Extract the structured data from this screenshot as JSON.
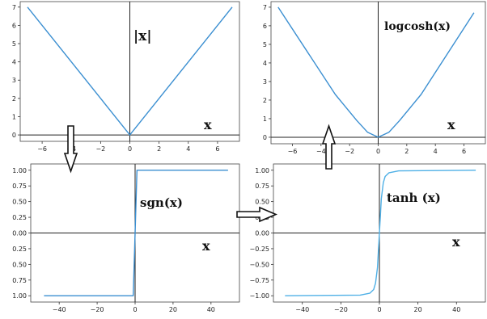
{
  "chart_data": [
    {
      "type": "line",
      "label": "|x|",
      "x_label_text": "x",
      "xlim": [
        -7.5,
        7.5
      ],
      "ylim": [
        -0.35,
        7.3
      ],
      "xticks": [
        -6,
        -4,
        -2,
        0,
        2,
        4,
        6
      ],
      "yticks": [
        0,
        1,
        2,
        3,
        4,
        5,
        6,
        7
      ],
      "xtick_labels": [
        "−6",
        "−4",
        "−2",
        "0",
        "2",
        "4",
        "6"
      ],
      "ytick_labels": [
        "0",
        "1",
        "2",
        "3",
        "4",
        "5",
        "6",
        "7"
      ],
      "series": [
        {
          "x": [
            -7,
            0,
            7
          ],
          "y": [
            7,
            0,
            7
          ]
        }
      ],
      "color": "#3b8fd1"
    },
    {
      "type": "line",
      "label": "logcosh(x)",
      "x_label_text": "x",
      "xlim": [
        -7.5,
        7.5
      ],
      "ylim": [
        -0.35,
        7.3
      ],
      "xticks": [
        -6,
        -4,
        -2,
        0,
        2,
        4,
        6
      ],
      "yticks": [
        0,
        1,
        2,
        3,
        4,
        5,
        6,
        7
      ],
      "xtick_labels": [
        "−6",
        "−4",
        "−2",
        "0",
        "2",
        "4",
        "6"
      ],
      "ytick_labels": [
        "0",
        "1",
        "2",
        "3",
        "4",
        "5",
        "6",
        "7"
      ],
      "series": [
        {
          "x": [
            -7,
            -3,
            -1.5,
            -0.75,
            0,
            0.75,
            1.5,
            3,
            6.7
          ],
          "y": [
            7.0,
            2.3,
            0.9,
            0.27,
            0,
            0.27,
            0.9,
            2.3,
            6.7
          ]
        }
      ],
      "color": "#3b8fd1"
    },
    {
      "type": "line",
      "label": "sgn(x)",
      "x_label_text": "x",
      "xlim": [
        -55,
        55
      ],
      "ylim": [
        -1.1,
        1.1
      ],
      "xticks": [
        -40,
        -20,
        0,
        20,
        40
      ],
      "yticks": [
        1.0,
        0.75,
        0.5,
        0.25,
        0.0,
        -0.25,
        -0.5,
        -0.75,
        -1.0
      ],
      "xtick_labels": [
        "−40",
        "−20",
        "0",
        "20",
        "40"
      ],
      "ytick_labels": [
        "1.00",
        "0.75",
        "0.50",
        "0.25",
        "0.00",
        "0.25",
        "0.50",
        "0.75",
        "1.00"
      ],
      "series": [
        {
          "x": [
            -48,
            -1,
            1,
            49
          ],
          "y": [
            -1,
            -1,
            1,
            1
          ]
        }
      ],
      "color": "#3b8fd1"
    },
    {
      "type": "line",
      "label": "tanh (x)",
      "x_label_text": "x",
      "xlim": [
        -55,
        55
      ],
      "ylim": [
        -1.1,
        1.1
      ],
      "xticks": [
        -40,
        -20,
        0,
        20,
        40
      ],
      "yticks": [
        1.0,
        0.75,
        0.5,
        0.25,
        0.0,
        -0.25,
        -0.5,
        -0.75,
        -1.0
      ],
      "xtick_labels": [
        "−40",
        "−20",
        "0",
        "20",
        "40"
      ],
      "ytick_labels": [
        "1.00",
        "0.75",
        "0.50",
        "0.25",
        "0.00",
        "−0.25",
        "−0.50",
        "−0.75",
        "−1.00"
      ],
      "series": [
        {
          "x": [
            -49,
            -10,
            -5,
            -3,
            -2,
            -1,
            0,
            1,
            2,
            3,
            5,
            10,
            50
          ],
          "y": [
            -1,
            -0.99,
            -0.96,
            -0.9,
            -0.8,
            -0.55,
            0,
            0.55,
            0.8,
            0.9,
            0.96,
            0.99,
            1
          ]
        }
      ],
      "color": "#4fb0e6"
    }
  ]
}
